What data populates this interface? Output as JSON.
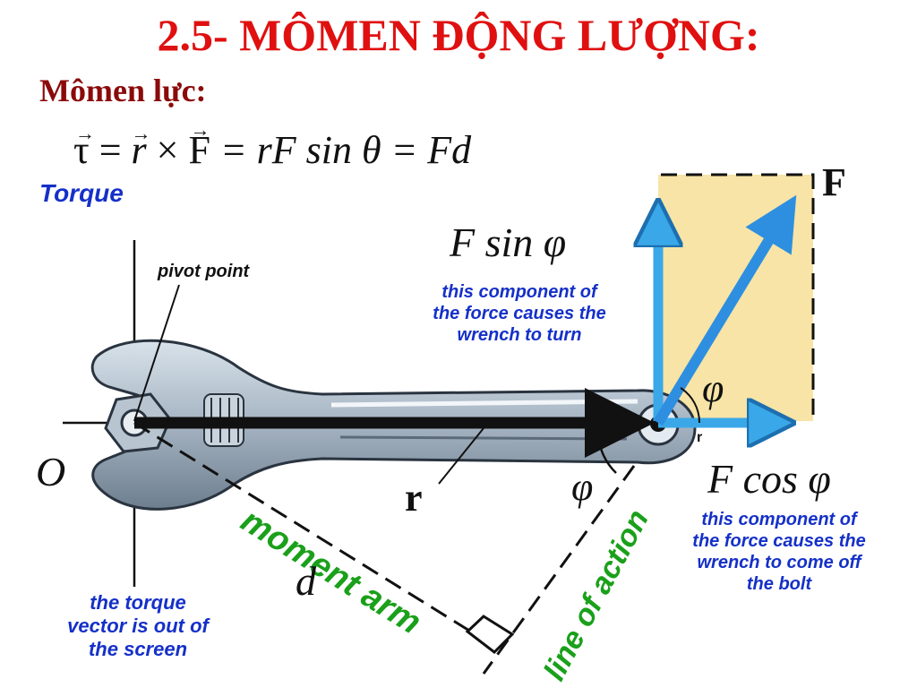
{
  "slide": {
    "title": "2.5- MÔMEN ĐỘNG LƯỢNG:",
    "subtitle": "Mômen lực:"
  },
  "formula": {
    "tau": "τ",
    "r": "r",
    "F": "F",
    "rest": "= rF sin θ = Fd"
  },
  "diagram": {
    "torque_label": "Torque",
    "pivot_label": "pivot point",
    "origin_label": "O",
    "force_label": "F",
    "fsin_label": "F sin φ",
    "fsin_note": [
      "this component of",
      "the force causes the",
      "wrench to turn"
    ],
    "fcos_label": "F cos φ",
    "fcos_note": [
      "this component of",
      "the force causes the",
      "wrench to come off",
      "the bolt"
    ],
    "phi_upper": "φ",
    "phi_lower": "φ",
    "r_vector_label": "r",
    "r_small_label": "r",
    "moment_arm_label": "moment arm",
    "d_label": "d",
    "line_of_action_label": "line of action",
    "torque_note": [
      "the torque",
      "vector is out of",
      "the screen"
    ]
  },
  "colors": {
    "title": "#e01010",
    "subtitle": "#8b0a0a",
    "note_blue": "#1530c8",
    "green": "#1aa01a",
    "arrow_blue": "#3aa8e8",
    "arrow_dark_blue": "#2e8fe0",
    "box_fill": "#f7e4a6",
    "wrench": "#9aaab8"
  }
}
